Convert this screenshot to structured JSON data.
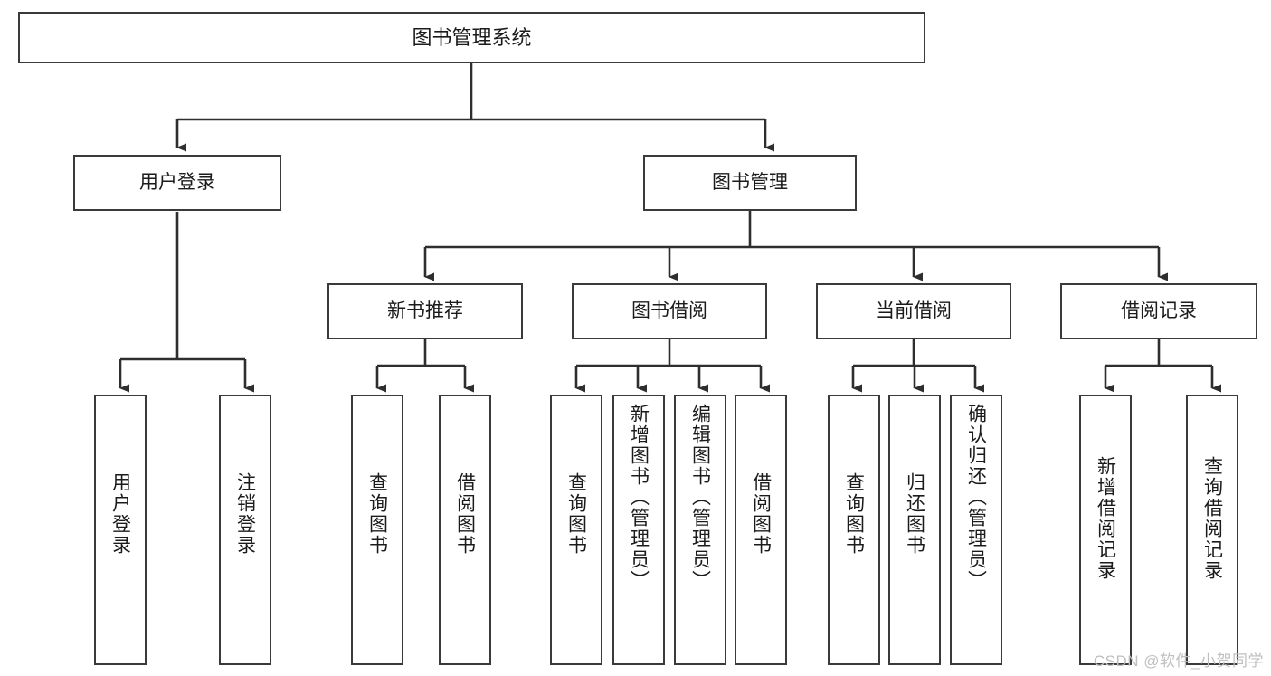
{
  "diagram": {
    "title": "图书管理系统",
    "type": "tree",
    "stroke_color": "#3a3a3a",
    "fill_color": "#ffffff",
    "text_color": "#1b1b1b",
    "nodes": {
      "root": {
        "label": "图书管理系统"
      },
      "level1": [
        {
          "id": "user_login",
          "label": "用户登录"
        },
        {
          "id": "book_manage",
          "label": "图书管理"
        }
      ],
      "level2": [
        {
          "id": "new_book_rec",
          "label": "新书推荐"
        },
        {
          "id": "book_borrow",
          "label": "图书借阅"
        },
        {
          "id": "current_borrow",
          "label": "当前借阅"
        },
        {
          "id": "borrow_record",
          "label": "借阅记录"
        }
      ],
      "leaves": {
        "user_login": [
          {
            "id": "leaf_user_login",
            "label": "用户登录"
          },
          {
            "id": "leaf_logout",
            "label": "注销登录"
          }
        ],
        "new_book_rec": [
          {
            "id": "leaf_query_book_1",
            "label": "查询图书"
          },
          {
            "id": "leaf_borrow_book_1",
            "label": "借阅图书"
          }
        ],
        "book_borrow": [
          {
            "id": "leaf_query_book_2",
            "label": "查询图书"
          },
          {
            "id": "leaf_add_book",
            "label": "新增图书（管理员）"
          },
          {
            "id": "leaf_edit_book",
            "label": "编辑图书（管理员）"
          },
          {
            "id": "leaf_borrow_book_2",
            "label": "借阅图书"
          }
        ],
        "current_borrow": [
          {
            "id": "leaf_query_book_3",
            "label": "查询图书"
          },
          {
            "id": "leaf_return_book",
            "label": "归还图书"
          },
          {
            "id": "leaf_confirm_return",
            "label": "确认归还（管理员）"
          }
        ],
        "borrow_record": [
          {
            "id": "leaf_add_record",
            "label": "新增借阅记录"
          },
          {
            "id": "leaf_query_record",
            "label": "查询借阅记录"
          }
        ]
      }
    }
  },
  "watermark": {
    "text": "CSDN @软件_小贺同学",
    "color": "#bfbfbf"
  }
}
